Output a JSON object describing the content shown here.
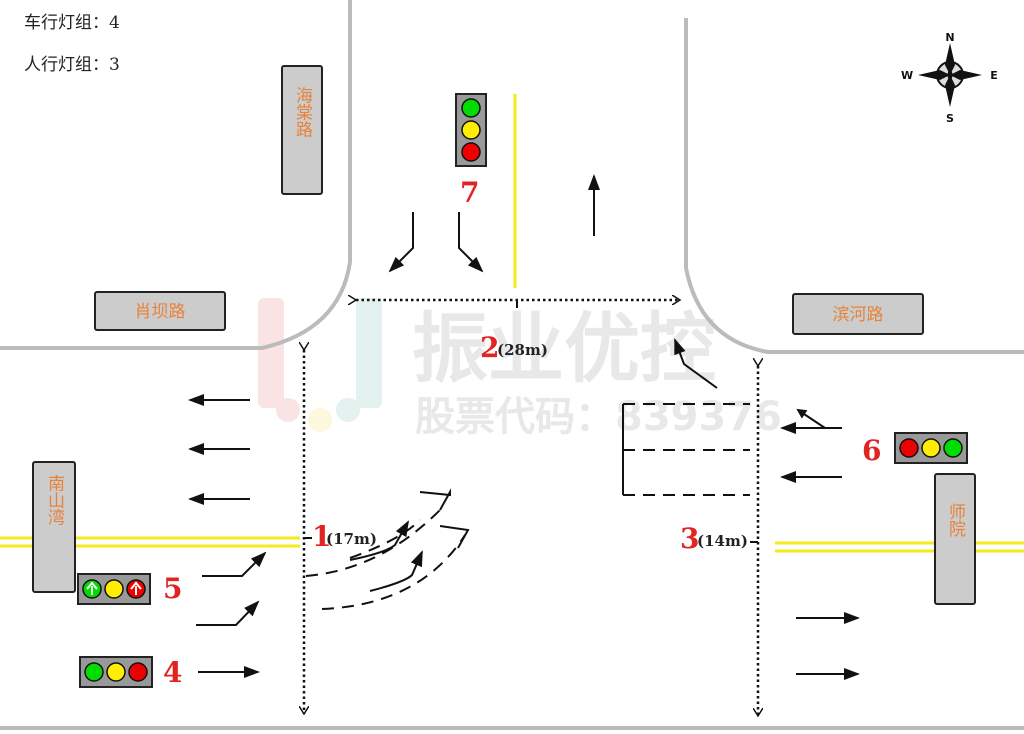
{
  "info": {
    "vehicle_groups_label": "车行灯组：4",
    "ped_groups_label": "人行灯组：3"
  },
  "compass": {
    "n": "N",
    "s": "S",
    "e": "E",
    "w": "W"
  },
  "roads": {
    "north": "海棠路",
    "west": "肖坝路",
    "east": "滨河路",
    "southwest": "南山湾",
    "southeast": "师院"
  },
  "signals": [
    {
      "id": "7",
      "orientation": "vertical",
      "lights": [
        "#00dd00",
        "#ffee00",
        "#ee0000"
      ]
    },
    {
      "id": "6",
      "orientation": "horizontal",
      "lights": [
        "#ee0000",
        "#ffee00",
        "#00dd00"
      ]
    },
    {
      "id": "5",
      "orientation": "horizontal",
      "lights": [
        "#00dd00",
        "#ffee00",
        "#ee0000"
      ],
      "arrows": true
    },
    {
      "id": "4",
      "orientation": "horizontal",
      "lights": [
        "#00dd00",
        "#ffee00",
        "#ee0000"
      ]
    }
  ],
  "crosswalks": [
    {
      "id": "1",
      "length": "(17m)"
    },
    {
      "id": "2",
      "length": "(28m)"
    },
    {
      "id": "3",
      "length": "(14m)"
    }
  ],
  "watermark": {
    "title": "振业优控",
    "subtitle": "股票代码：839376"
  }
}
